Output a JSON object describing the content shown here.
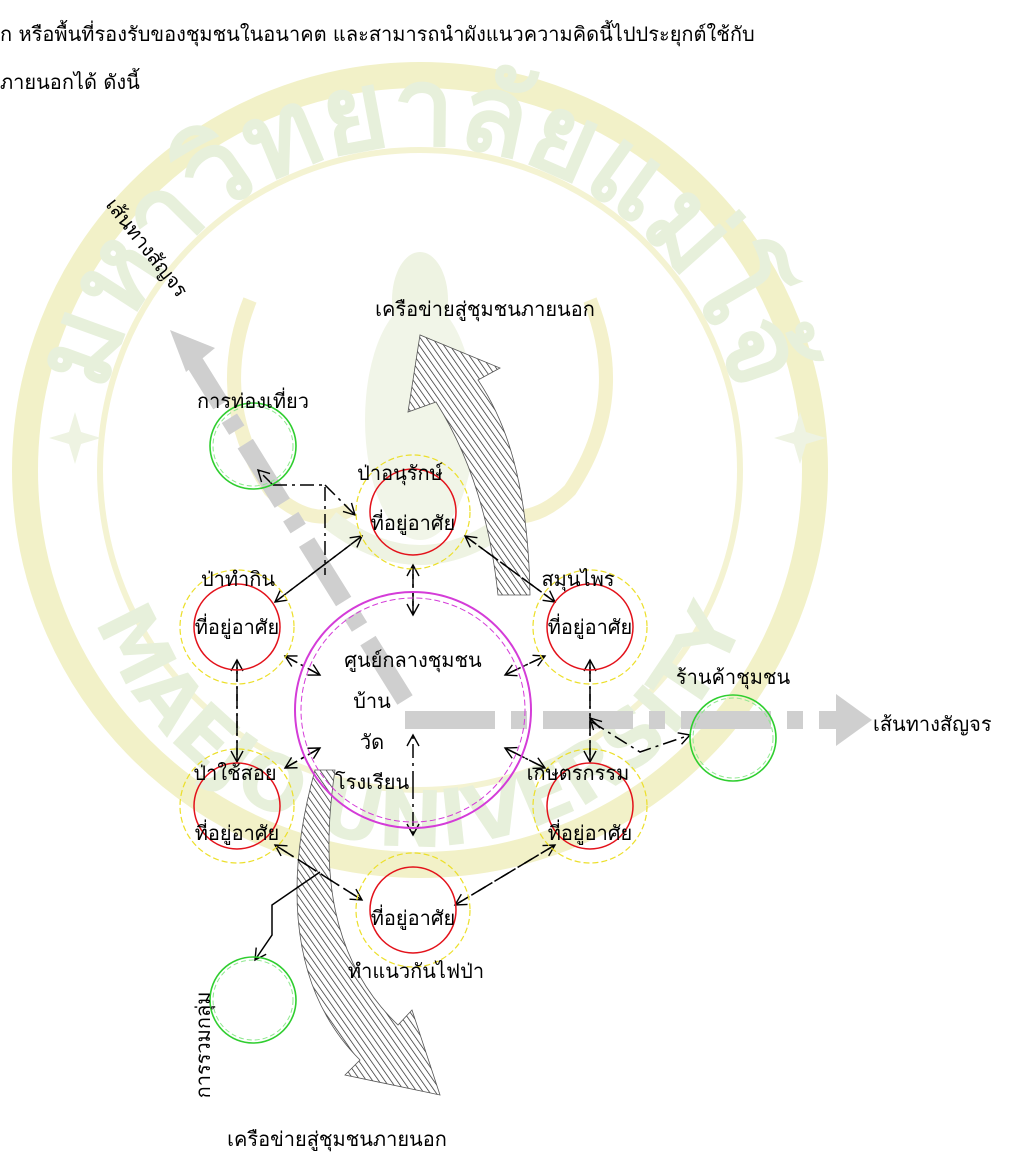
{
  "intro": {
    "line1": "ก หรือพื้นที่รองรับของชุมชนในอนาคต และสามารถนำผังแนวความคิดนี้ไปประยุกต์ใช้กับ",
    "line2": "ภายนอกได้ ดังนี้"
  },
  "watermark": {
    "top_text": "มหาวิทยาลัยแม่โจ้",
    "bottom_text": "MAEJO UNIVERSITY"
  },
  "diagram": {
    "network_out_top": "เครือข่ายสู่ชุมชนภายนอก",
    "network_out_bottom": "เครือข่ายสู่ชุมชนภายนอก",
    "road_left": "เส้นทางสัญจร",
    "road_right": "เส้นทางสัญจร",
    "tourism": "การท่องเที่ยว",
    "community_shop": "ร้านค้าชุมชน",
    "gathering": "การรวมกลุ่ม",
    "center": {
      "line1": "ศูนย์กลางชุมชน",
      "line2": "บ้าน",
      "line3": "วัด",
      "line4": "โรงเรียน"
    },
    "nodes": {
      "top": {
        "title": "ป่าอนุรักษ์",
        "inner": "ที่อยู่อาศัย"
      },
      "upper_left": {
        "title": "ป่าทำกิน",
        "inner": "ที่อยู่อาศัย"
      },
      "upper_right": {
        "title": "สมุนไพร",
        "inner": "ที่อยู่อาศัย"
      },
      "lower_left": {
        "title": "ป่าใช้สอย",
        "inner": "ที่อยู่อาศัย"
      },
      "lower_right": {
        "title": "เกษตรกรรม",
        "inner": "ที่อยู่อาศัย"
      },
      "bottom": {
        "title": "ทำแนวกันไฟป่า",
        "inner": "ที่อยู่อาศัย"
      }
    }
  }
}
